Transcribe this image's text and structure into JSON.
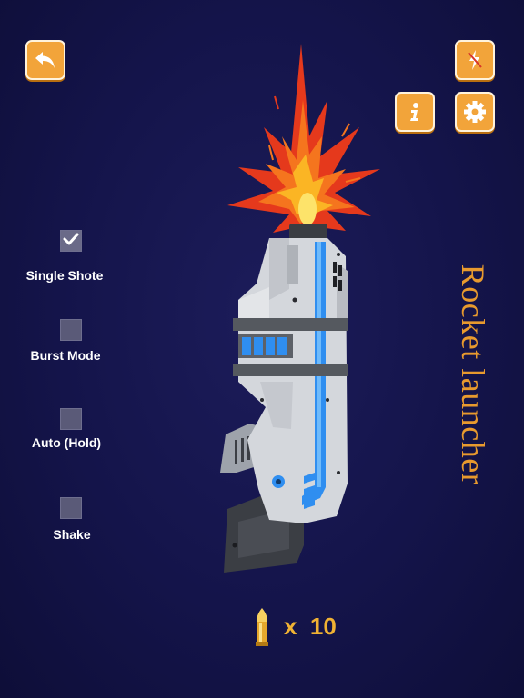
{
  "title": "Rocket launcher",
  "options": [
    {
      "label": "Single Shote",
      "checked": true
    },
    {
      "label": "Burst Mode",
      "checked": false
    },
    {
      "label": "Auto (Hold)",
      "checked": false
    },
    {
      "label": "Shake",
      "checked": false
    }
  ],
  "ammo": {
    "prefix": "x",
    "count": "10"
  },
  "icons": {
    "back": "undo-arrow-icon",
    "flash": "flash-off-icon",
    "info": "info-icon",
    "settings": "gear-icon"
  },
  "colors": {
    "accent": "#f2a43a",
    "title": "#e89a2e",
    "ammo": "#f0b233",
    "background": "#14144a"
  }
}
